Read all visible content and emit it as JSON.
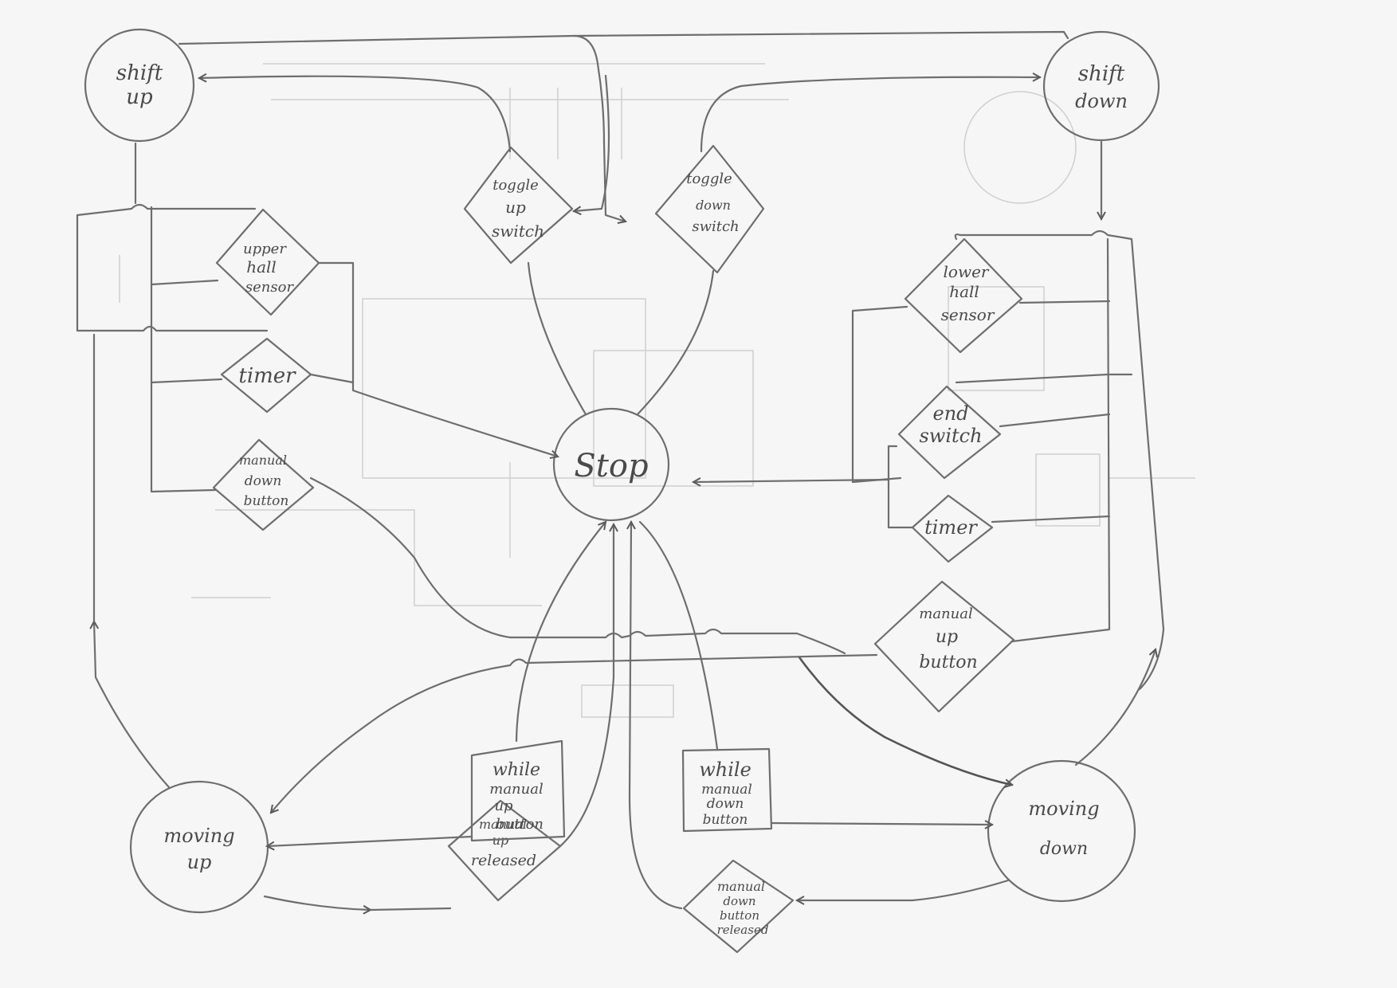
{
  "diagram": {
    "colors": {
      "pencil": "#6e6e6e",
      "paper": "#f6f6f6",
      "erased": "#cfcfcf"
    },
    "states": {
      "shift_up": [
        "shift",
        "up"
      ],
      "shift_down": [
        "shift",
        "down"
      ],
      "stop": [
        "Stop"
      ],
      "moving_up": [
        "moving",
        "up"
      ],
      "moving_down": [
        "moving",
        "down"
      ]
    },
    "conditions": {
      "toggle_up_switch": [
        "toggle",
        "up",
        "switch"
      ],
      "toggle_down_switch": [
        "toggle",
        "down",
        "switch"
      ],
      "upper_hall_sensor": [
        "upper",
        "hall",
        "sensor"
      ],
      "timer_left": [
        "timer"
      ],
      "manual_down_button_left": [
        "manual",
        "down",
        "button"
      ],
      "lower_hall_sensor": [
        "lower",
        "hall",
        "sensor"
      ],
      "end_switch": [
        "end",
        "switch"
      ],
      "timer_right": [
        "timer"
      ],
      "manual_up_button_right": [
        "manual",
        "up",
        "button"
      ],
      "while_manual_up_button": [
        "while",
        "manual",
        "up",
        "button"
      ],
      "while_manual_down_button": [
        "while",
        "manual",
        "down",
        "button"
      ],
      "manual_up_released": [
        "manual",
        "up",
        "released"
      ],
      "manual_down_button_released": [
        "manual",
        "down",
        "button",
        "released"
      ]
    }
  }
}
